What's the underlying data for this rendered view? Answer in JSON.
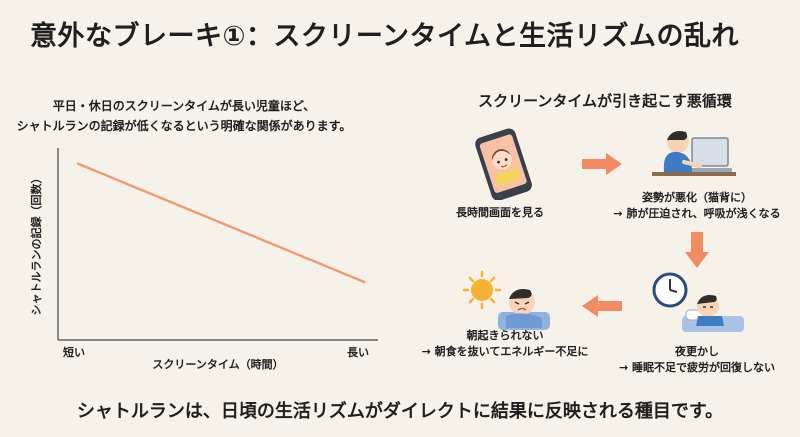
{
  "title": "意外なブレーキ①：スクリーンタイムと生活リズムの乱れ",
  "lead": {
    "line1": "平日・休日のスクリーンタイムが長い児童ほど、",
    "line2": "シャトルランの記録が低くなるという明確な関係があります。"
  },
  "chart_data": {
    "type": "line",
    "xlabel": "スクリーンタイム（時間）",
    "ylabel": "シャトルランの記録（回数）",
    "x_tick_labels": [
      "短い",
      "長い"
    ],
    "series": [
      {
        "x": [
          0.06,
          0.96
        ],
        "y": [
          0.92,
          0.3
        ]
      }
    ],
    "xlim": [
      0,
      1
    ],
    "ylim": [
      0,
      1
    ],
    "grid": false,
    "line_color": "#ef9a6f"
  },
  "cycle": {
    "title": "スクリーンタイムが引き起こす悪循環",
    "steps": [
      {
        "lines": [
          "長時間画面を見る"
        ],
        "icon": "smartphone-icon"
      },
      {
        "lines": [
          "姿勢が悪化（猫背に）",
          "→ 肺が圧迫され、呼吸が浅くなる"
        ],
        "icon": "hunched-posture-icon"
      },
      {
        "lines": [
          "夜更かし",
          "→ 睡眠不足で疲労が回復しない"
        ],
        "icon": "late-night-icon"
      },
      {
        "lines": [
          "朝起きられない",
          "→ 朝食を抜いてエネルギー不足に"
        ],
        "icon": "tired-morning-icon"
      }
    ],
    "arrow_color": "#f28b63"
  },
  "footer": "シャトルランは、日頃の生活リズムがダイレクトに結果に反映される種目です。"
}
